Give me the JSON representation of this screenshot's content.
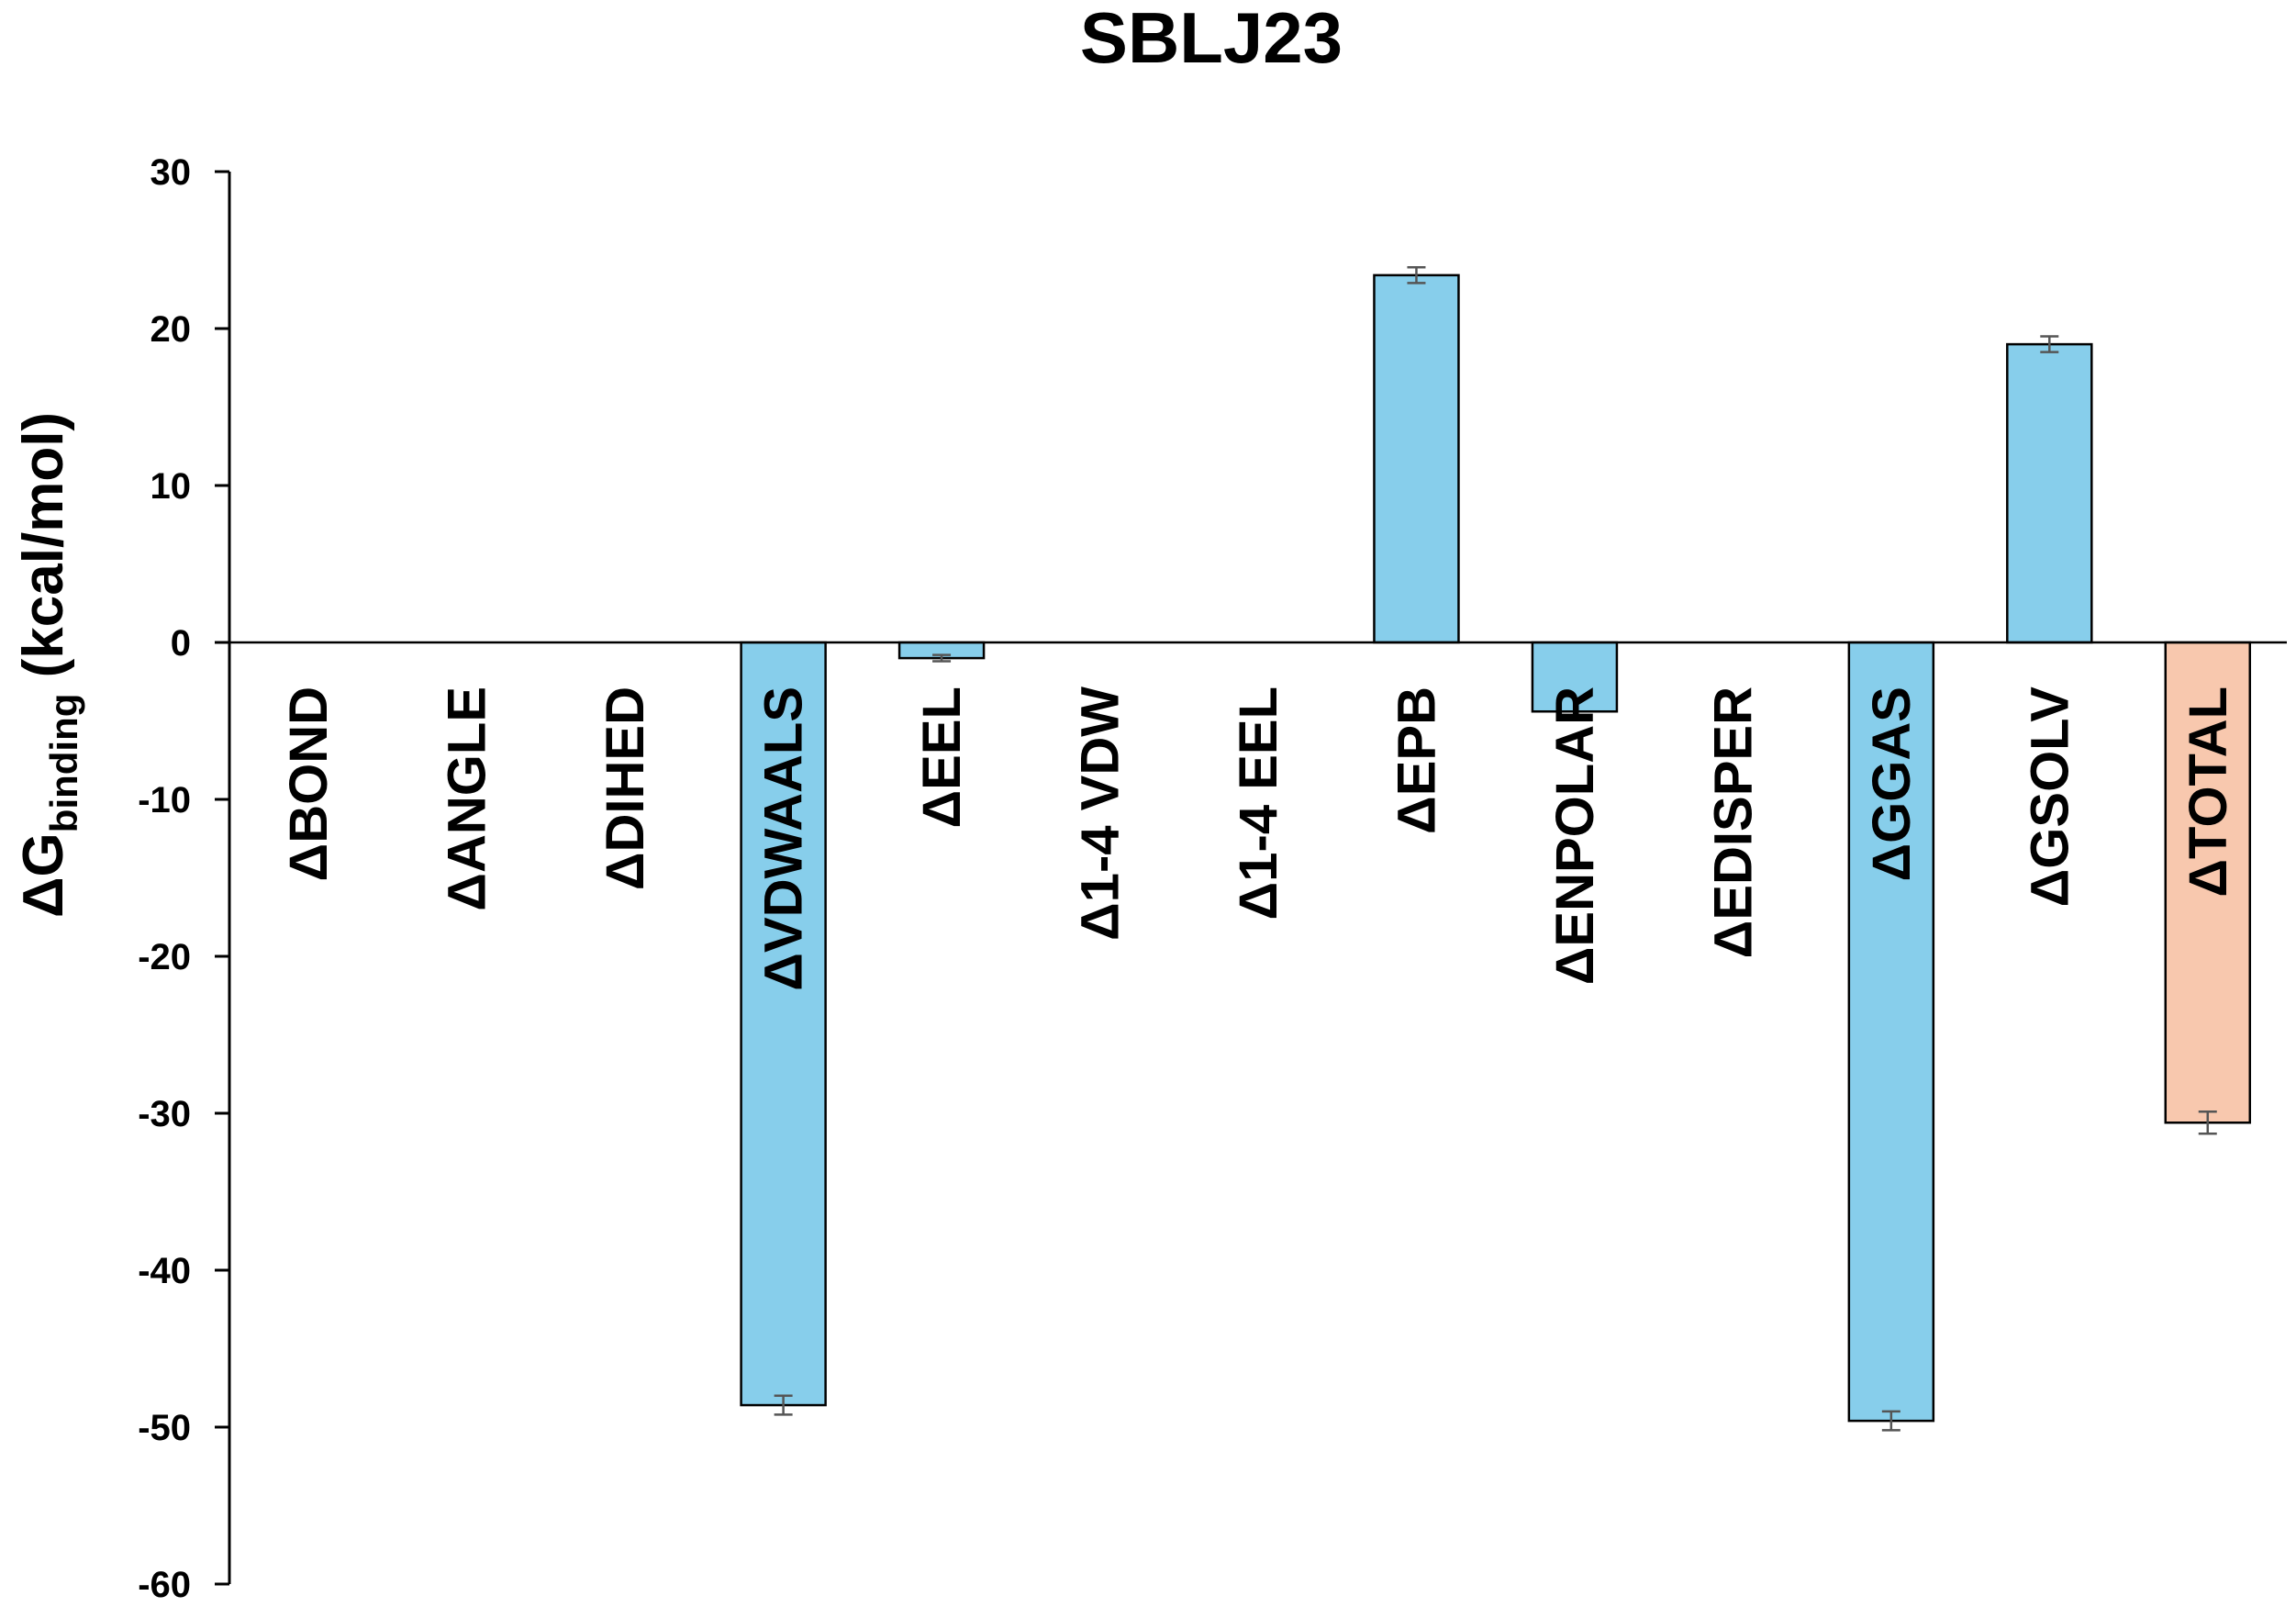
{
  "chart_data": {
    "type": "bar",
    "title": "SBLJ23",
    "ylabel": {
      "prefix": "ΔG",
      "subscript": "binding",
      "suffix": " (kcal/mol)"
    },
    "xlabel": "",
    "ylim": [
      -60,
      30
    ],
    "yticks": [
      30,
      20,
      10,
      0,
      -10,
      -20,
      -30,
      -40,
      -50,
      -60
    ],
    "categories": [
      "ΔBOND",
      "ΔANGLE",
      "ΔDIHED",
      "ΔVDWAALS",
      "ΔEEL",
      "Δ1-4 VDW",
      "Δ1-4 EEL",
      "ΔEPB",
      "ΔENPOLAR",
      "ΔEDISPER",
      "ΔGGAS",
      "ΔGSOLV",
      "ΔTOTAL"
    ],
    "series": [
      {
        "values": [
          0,
          0,
          0,
          -48.6,
          -1.0,
          0,
          0,
          23.4,
          -4.4,
          0,
          -49.6,
          19.0,
          -30.6
        ],
        "errors": [
          0,
          0,
          0,
          0.6,
          0.2,
          0,
          0,
          0.5,
          0,
          0,
          0.6,
          0.5,
          0.7
        ],
        "colors": [
          "#87CEEB",
          "#87CEEB",
          "#87CEEB",
          "#87CEEB",
          "#87CEEB",
          "#87CEEB",
          "#87CEEB",
          "#87CEEB",
          "#87CEEB",
          "#87CEEB",
          "#87CEEB",
          "#87CEEB",
          "#F8C8AE"
        ]
      }
    ],
    "grid": false,
    "legend": "none"
  }
}
